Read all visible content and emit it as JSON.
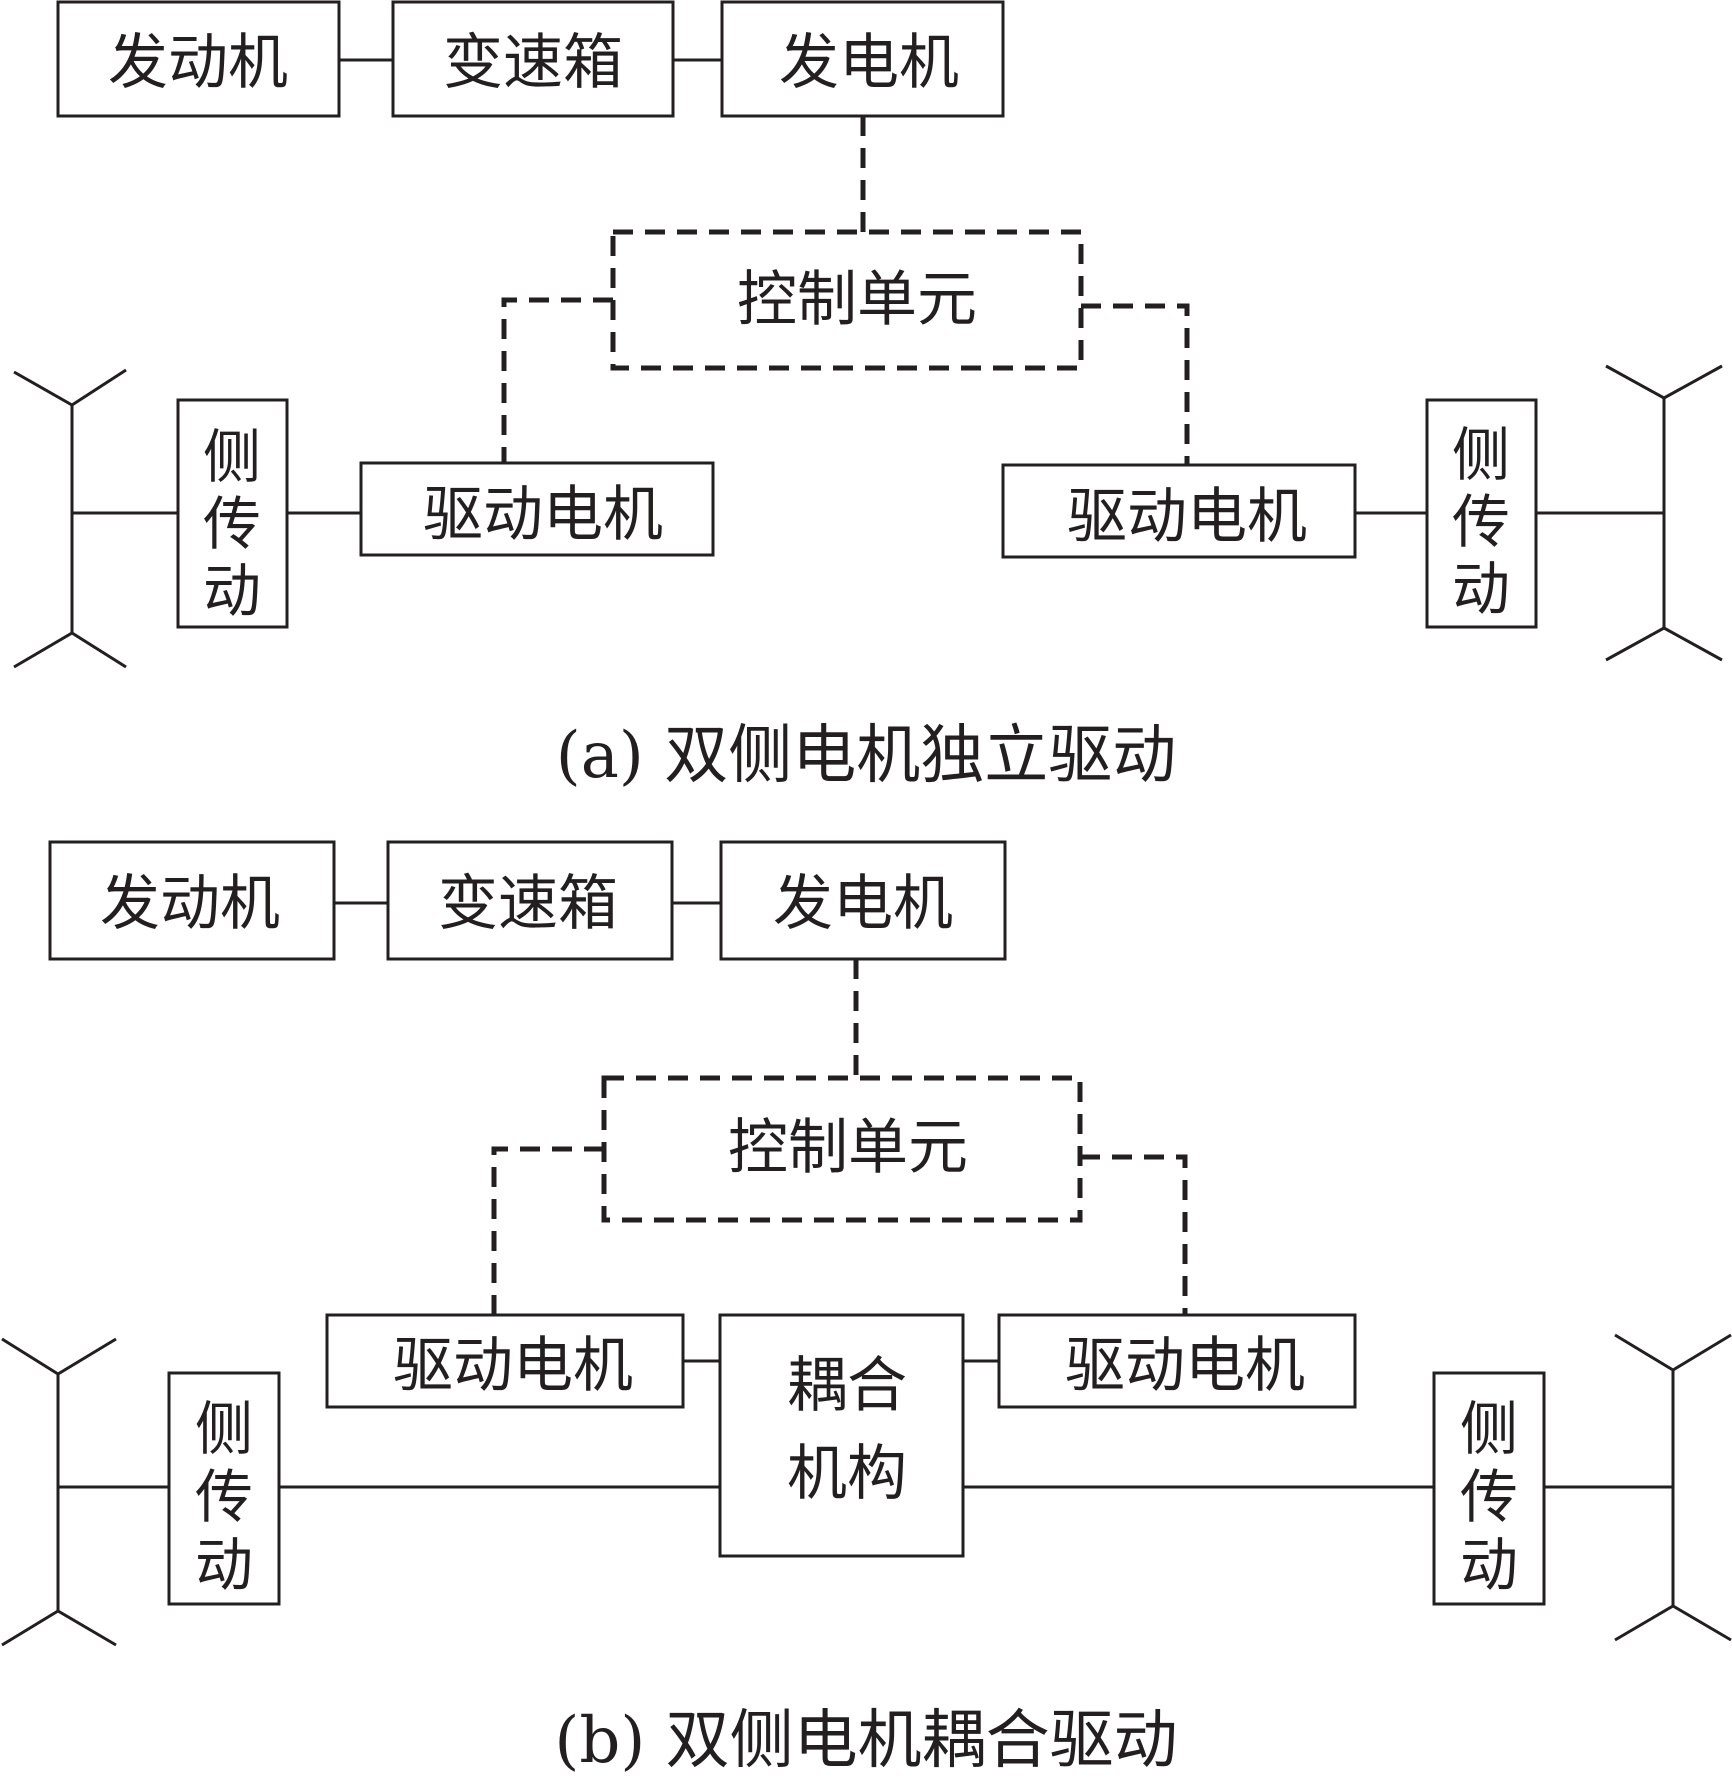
{
  "diagram_a": {
    "caption": "(a)  双侧电机独立驱动",
    "engine": "发动机",
    "gearbox": "变速箱",
    "generator": "发电机",
    "control_unit": "控制单元",
    "left_motor": "驱动电机",
    "right_motor": "驱动电机",
    "left_side_drive": [
      "侧",
      "传",
      "动"
    ],
    "right_side_drive": [
      "侧",
      "传",
      "动"
    ]
  },
  "diagram_b": {
    "caption": "(b)  双侧电机耦合驱动",
    "engine": "发动机",
    "gearbox": "变速箱",
    "generator": "发电机",
    "control_unit": "控制单元",
    "left_motor": "驱动电机",
    "right_motor": "驱动电机",
    "coupling": [
      "耦合",
      "机构"
    ],
    "left_side_drive": [
      "侧",
      "传",
      "动"
    ],
    "right_side_drive": [
      "侧",
      "传",
      "动"
    ]
  }
}
